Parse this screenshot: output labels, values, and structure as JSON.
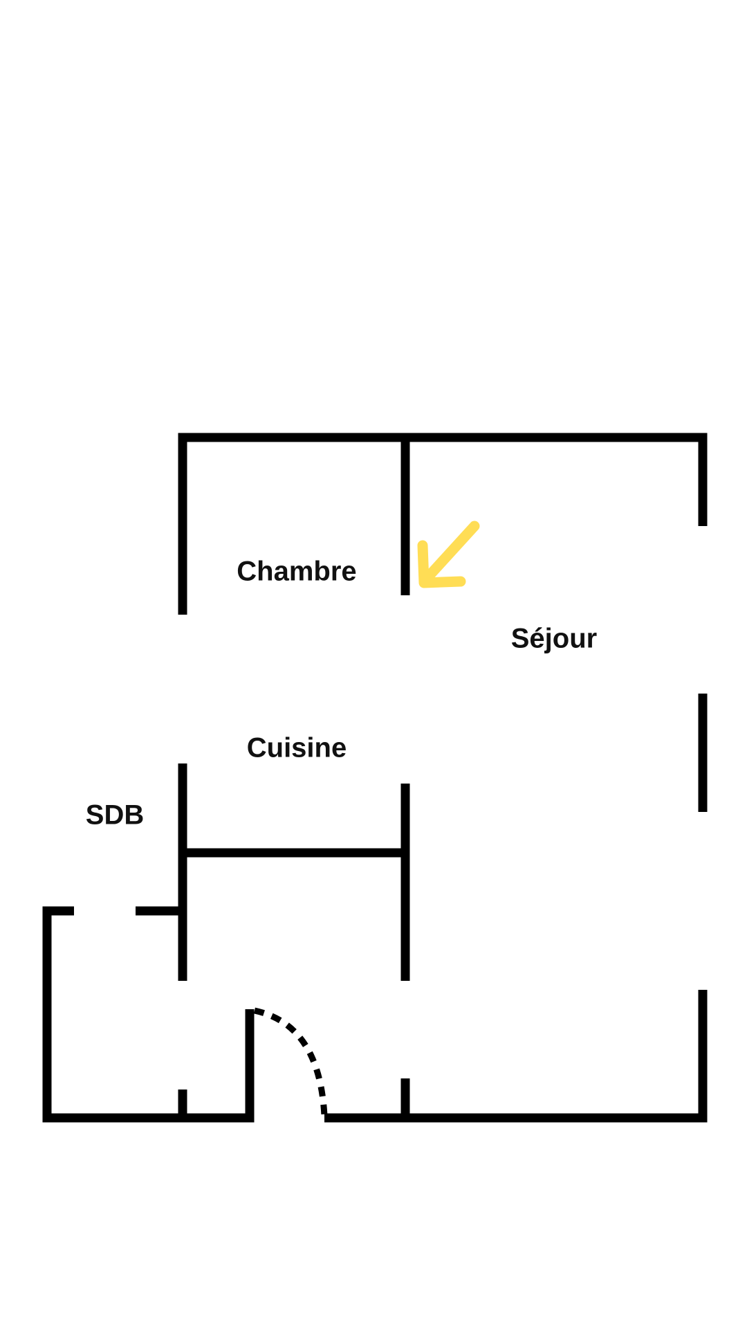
{
  "floor_plan": {
    "rooms": [
      {
        "id": "chambre",
        "label": "Chambre"
      },
      {
        "id": "sejour",
        "label": "Séjour"
      },
      {
        "id": "cuisine",
        "label": "Cuisine"
      },
      {
        "id": "sdb",
        "label": "SDB"
      }
    ],
    "arrow_color": "#FFDD55",
    "wall_color": "#000000"
  }
}
